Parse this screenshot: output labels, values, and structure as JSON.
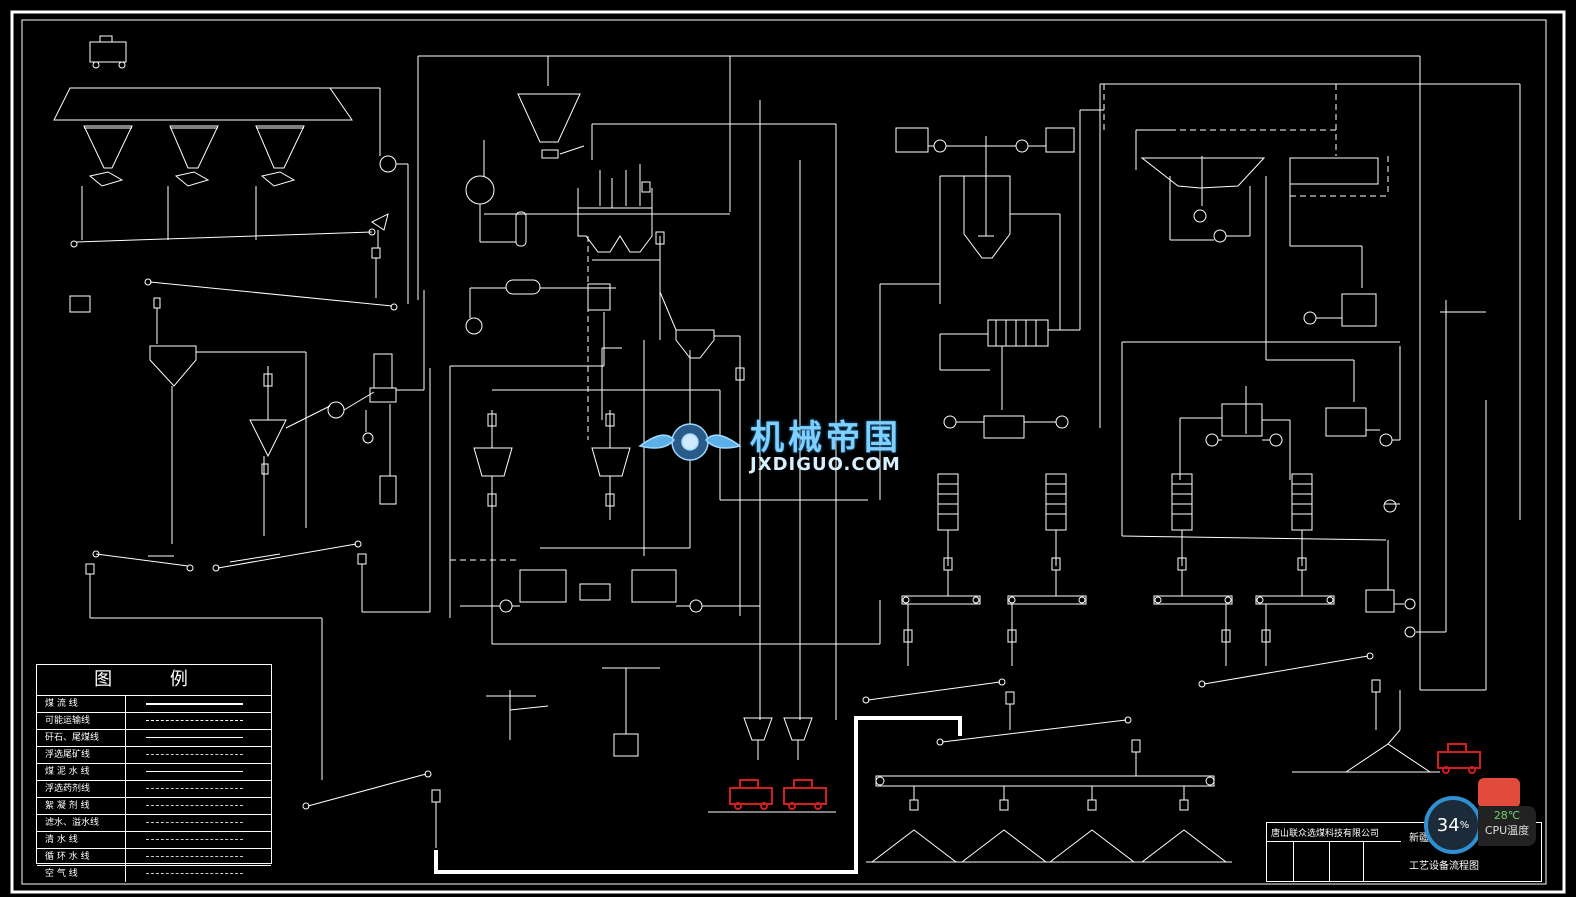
{
  "legend": {
    "title": "图 例",
    "rows": [
      {
        "label": "煤 流 线"
      },
      {
        "label": "可能运输线"
      },
      {
        "label": "矸石、尾煤线"
      },
      {
        "label": "浮选尾矿线"
      },
      {
        "label": "煤 泥 水 线"
      },
      {
        "label": "浮选药剂线"
      },
      {
        "label": "絮 凝 剂 线"
      },
      {
        "label": "滤水、溢水线"
      },
      {
        "label": "清 水 线"
      },
      {
        "label": "循 环 水 线"
      },
      {
        "label": "空 气 线"
      }
    ]
  },
  "watermark": {
    "cn": "机械帝国",
    "en": "JXDIGUO.COM"
  },
  "title_block": {
    "company": "唐山联众选煤科技有限公司",
    "project": "新疆某",
    "drawing_title": "工艺设备流程图"
  },
  "cpu_widget": {
    "percent": "34",
    "percent_unit": "%",
    "temperature": "28℃",
    "temperature_label": "CPU温度"
  },
  "colors": {
    "line": "#ffffff",
    "vehicle": "#d21e1e",
    "watermark": "#7fd0ff",
    "cpu_ring": "#2f8fd0"
  }
}
